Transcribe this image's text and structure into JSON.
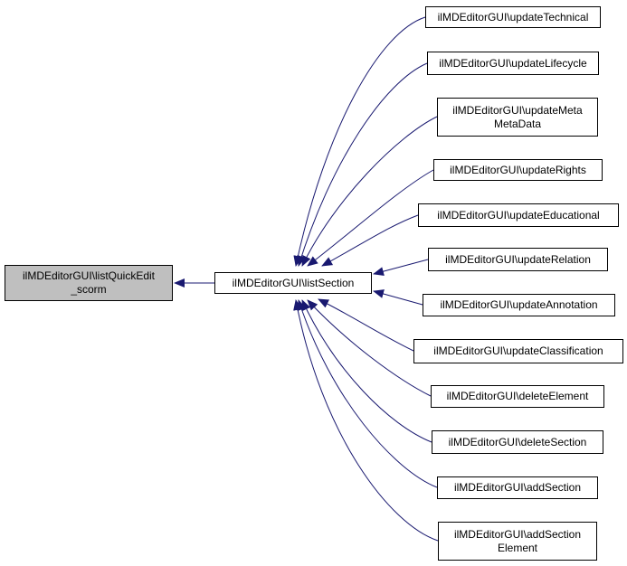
{
  "colors": {
    "edge": "#191970",
    "root_fill": "#bfbfbf",
    "node_fill": "#ffffff",
    "border": "#000000"
  },
  "nodes": {
    "root": {
      "line1": "ilMDEditorGUI\\listQuickEdit",
      "line2": "_scorm"
    },
    "center": {
      "line1": "ilMDEditorGUI\\listSection"
    },
    "update_technical": {
      "line1": "ilMDEditorGUI\\updateTechnical"
    },
    "update_lifecycle": {
      "line1": "ilMDEditorGUI\\updateLifecycle"
    },
    "update_meta": {
      "line1": "ilMDEditorGUI\\updateMeta",
      "line2": "MetaData"
    },
    "update_rights": {
      "line1": "ilMDEditorGUI\\updateRights"
    },
    "update_educational": {
      "line1": "ilMDEditorGUI\\updateEducational"
    },
    "update_relation": {
      "line1": "ilMDEditorGUI\\updateRelation"
    },
    "update_annotation": {
      "line1": "ilMDEditorGUI\\updateAnnotation"
    },
    "update_classification": {
      "line1": "ilMDEditorGUI\\updateClassification"
    },
    "delete_element": {
      "line1": "ilMDEditorGUI\\deleteElement"
    },
    "delete_section": {
      "line1": "ilMDEditorGUI\\deleteSection"
    },
    "add_section": {
      "line1": "ilMDEditorGUI\\addSection"
    },
    "add_section_element": {
      "line1": "ilMDEditorGUI\\addSection",
      "line2": "Element"
    }
  }
}
